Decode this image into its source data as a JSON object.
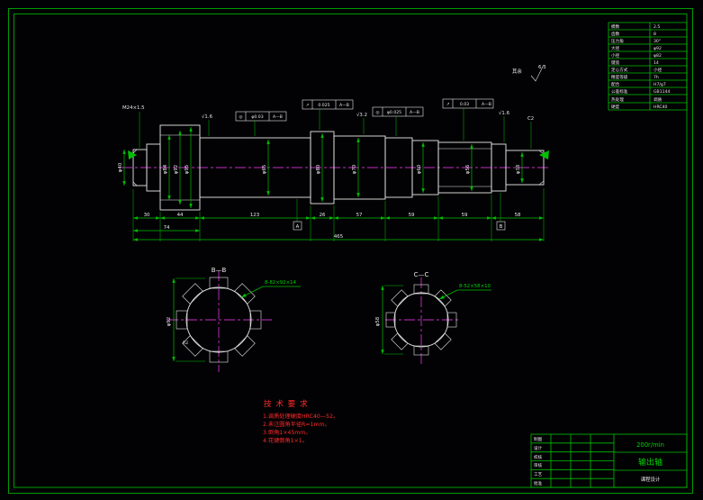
{
  "colors": {
    "line_green": "#00c000",
    "text_white": "#e8e8e8",
    "note_red": "#ff2a2a",
    "centerline_magenta": "#ff3dff"
  },
  "roughness_note": {
    "prefix": "其余",
    "grade": "6.3"
  },
  "param_table": {
    "rows": [
      {
        "l": "模数",
        "v": "2.5"
      },
      {
        "l": "齿数",
        "v": "8"
      },
      {
        "l": "压力角",
        "v": "30°"
      },
      {
        "l": "大径",
        "v": "φ92"
      },
      {
        "l": "小径",
        "v": "φ82"
      },
      {
        "l": "键宽",
        "v": "14"
      },
      {
        "l": "定心方式",
        "v": "小径"
      },
      {
        "l": "精度等级",
        "v": "7h"
      },
      {
        "l": "配合",
        "v": "H7/g7"
      },
      {
        "l": "公差标准",
        "v": "GB1144"
      },
      {
        "l": "热处理",
        "v": "调质"
      },
      {
        "l": "硬度",
        "v": "HRC40"
      }
    ]
  },
  "shaft": {
    "thread_label": "M24×1.5",
    "surface_marks": [
      "√1.6",
      "√3.2",
      "√1.6",
      "C2"
    ],
    "gdt_frames": [
      {
        "sym": "◎",
        "tol": "φ0.03",
        "datum": "A—B"
      },
      {
        "sym": "↗",
        "tol": "0.025",
        "datum": "A—B"
      },
      {
        "sym": "◎",
        "tol": "φ0.025",
        "datum": "A—B"
      },
      {
        "sym": "↗",
        "tol": "0.03",
        "datum": "A—B"
      }
    ],
    "dia_dims": [
      "φ84",
      "φ92",
      "φ95",
      "φ65",
      "φ80",
      "φ70",
      "φ60",
      "φ56",
      "φ38"
    ],
    "left_dia": "φ40",
    "seg_dims": [
      "30",
      "44",
      "123",
      "26",
      "57",
      "59",
      "59",
      "58"
    ],
    "mid_dim": "74",
    "overall_dim": "465",
    "datums": [
      "A",
      "B"
    ]
  },
  "sections": {
    "left": {
      "title": "B—B",
      "dia": "φ92",
      "spline_note": "8-82×92×14",
      "fillet": "R2"
    },
    "right": {
      "title": "C—C",
      "dia": "φ58",
      "spline_note": "8-52×58×10"
    }
  },
  "tech": {
    "title": "技 术 要 求",
    "items": [
      "1.调质处理硬度HRC40—52。",
      "2.未注圆角半径R=1mm。",
      "3.倒角1×45mm。",
      "4.花键倒角1×1。"
    ]
  },
  "title_block": {
    "speed": "200r/min",
    "part_name": "输出轴",
    "org": "课程设计",
    "row_labels": [
      "制图",
      "设计",
      "校核",
      "审核",
      "工艺",
      "批准"
    ]
  }
}
